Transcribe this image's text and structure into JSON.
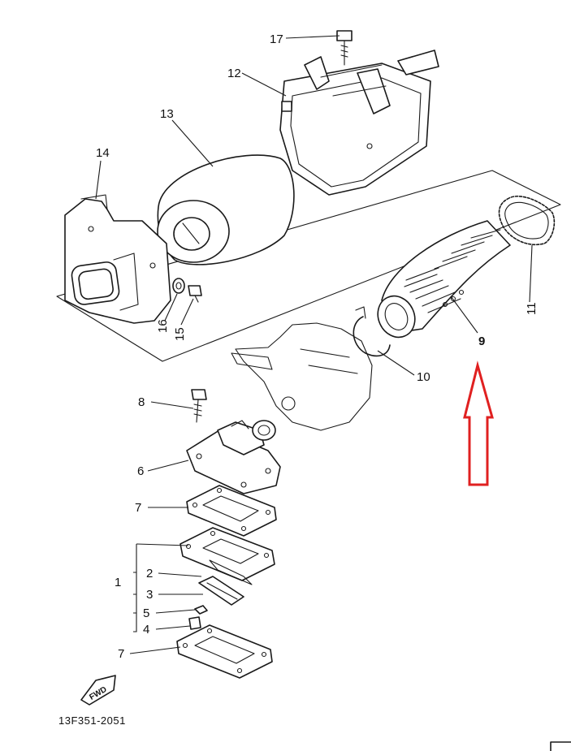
{
  "diagram": {
    "part_numbers": [
      "17",
      "12",
      "13",
      "14",
      "16",
      "15",
      "11",
      "10",
      "9",
      "8",
      "6",
      "7",
      "1",
      "2",
      "3",
      "5",
      "4",
      "7"
    ],
    "fwd_label": "FWD",
    "drawing_code": "13F351-2051",
    "highlight_color": "#e02020",
    "highlight_arrow_target": "9"
  }
}
